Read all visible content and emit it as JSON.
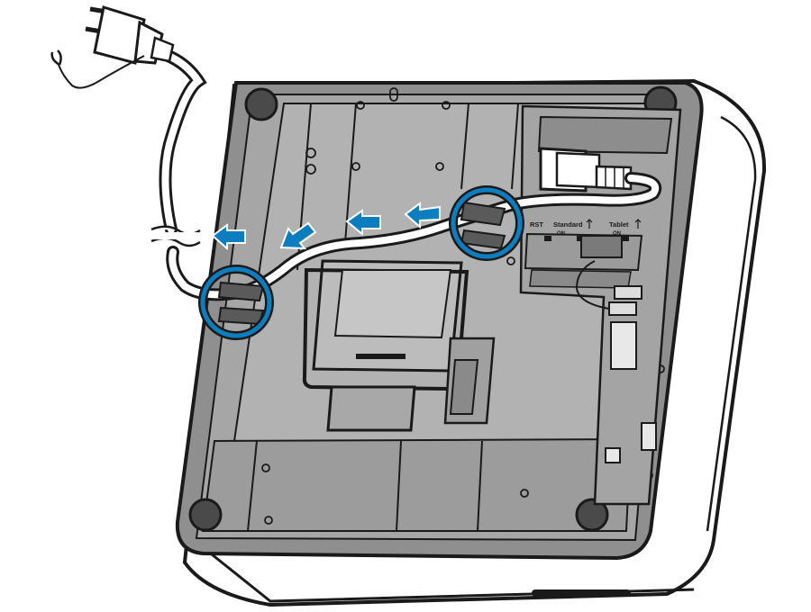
{
  "labels": {
    "rst": "RST",
    "standard": "Standard",
    "tablet": "Tablet",
    "standard_sub": "ON",
    "tablet_sub": "ON"
  },
  "colors": {
    "accent": "#0c7ec0",
    "outline": "#1a1a1a",
    "base": "#9a9a9a",
    "base_light": "#b4b4b4",
    "shell": "#ffffff"
  },
  "icons": {
    "plug": "power-plug-icon",
    "ground": "ground-wire-icon",
    "arrow": "arrow-left-icon",
    "highlight": "circle-highlight-icon",
    "usb": "usb-symbol-icon"
  }
}
